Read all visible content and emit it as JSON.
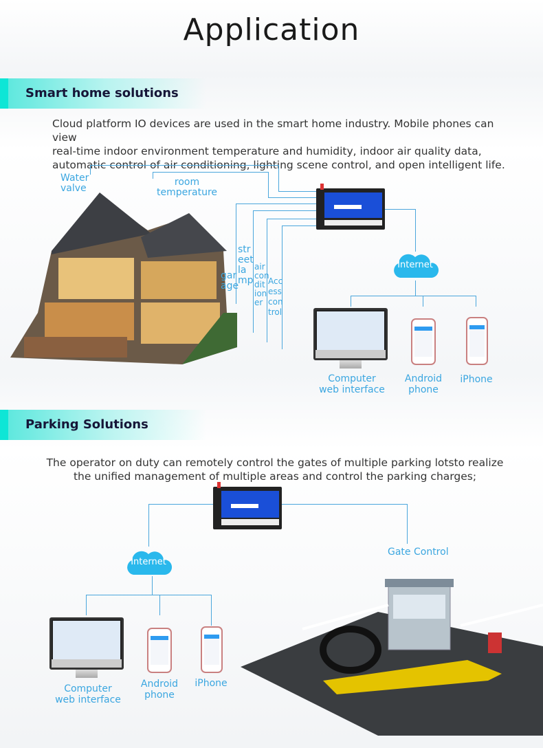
{
  "title": "Application",
  "smart_home": {
    "heading": "Smart home solutions",
    "description": [
      "Cloud platform IO devices are used in the smart home industry. Mobile phones can view",
      "real-time indoor environment temperature and humidity, indoor air quality data,",
      "automatic control of air conditioning, lighting scene control, and open intelligent life."
    ],
    "labels": {
      "water_valve": [
        "Water",
        "valve"
      ],
      "room_temperature": [
        "room",
        "temperature"
      ],
      "street_lamp": [
        "str",
        "eet",
        "la",
        "mp"
      ],
      "garage": [
        "gar",
        "age"
      ],
      "air_conditioner": [
        "air",
        "con",
        "dit",
        "ion",
        "er"
      ],
      "access_control": [
        "Acc",
        "ess",
        "con",
        "trol"
      ]
    },
    "cloud": "Internet",
    "clients": [
      "Computer\nweb interface",
      "Android\nphone",
      "iPhone"
    ]
  },
  "parking": {
    "heading": "Parking Solutions",
    "description": [
      "The operator on duty can remotely control the gates of multiple parking lotsto realize",
      "the unified management of multiple areas and control the parking charges;"
    ],
    "gate_label": "Gate Control",
    "cloud": "Internet",
    "clients": [
      "Computer\nweb interface",
      "Android\nphone",
      "iPhone"
    ]
  },
  "colors": {
    "accent": "#3aa6e0",
    "heading_bar": "#0ee6d6"
  }
}
